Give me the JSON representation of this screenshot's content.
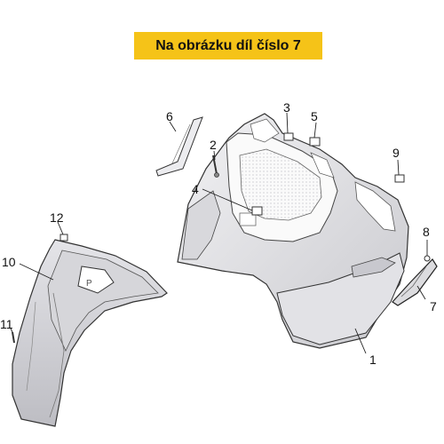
{
  "banner": {
    "text": "Na obrázku díl číslo 7",
    "color": "#f5c318"
  },
  "callouts": [
    "1",
    "2",
    "3",
    "4",
    "5",
    "6",
    "7",
    "8",
    "9",
    "10",
    "11",
    "12"
  ]
}
